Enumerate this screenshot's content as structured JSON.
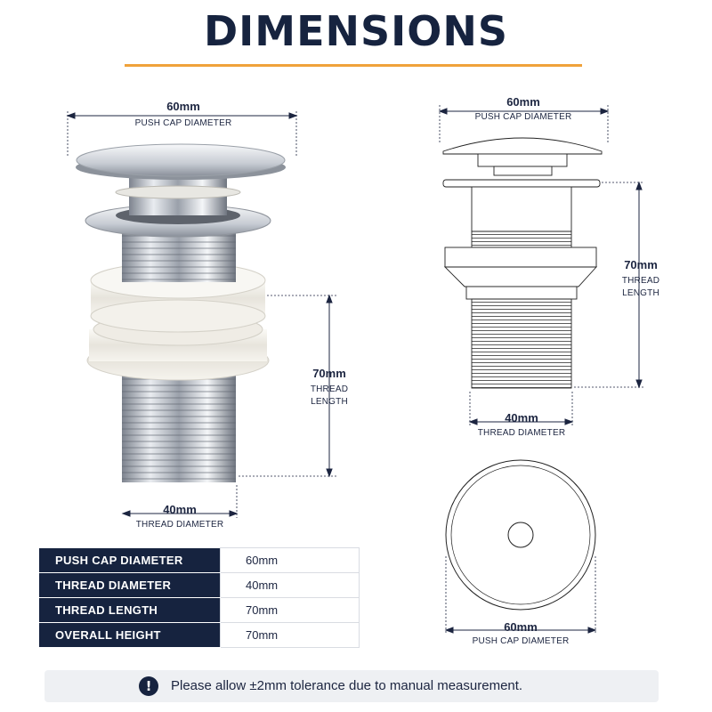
{
  "title": "DIMENSIONS",
  "photo_view": {
    "cap_value": "60mm",
    "cap_label": "PUSH CAP DIAMETER",
    "thread_len_value": "70mm",
    "thread_len_label_1": "THREAD",
    "thread_len_label_2": "LENGTH",
    "thread_dia_value": "40mm",
    "thread_dia_label": "THREAD DIAMETER"
  },
  "side_drawing": {
    "cap_value": "60mm",
    "cap_label": "PUSH CAP DIAMETER",
    "thread_len_value": "70mm",
    "thread_len_label_1": "THREAD",
    "thread_len_label_2": "LENGTH",
    "thread_dia_value": "40mm",
    "thread_dia_label": "THREAD DIAMETER"
  },
  "top_drawing": {
    "cap_value": "60mm",
    "cap_label": "PUSH CAP DIAMETER"
  },
  "spec_table": [
    {
      "label": "PUSH CAP DIAMETER",
      "value": "60mm"
    },
    {
      "label": "THREAD DIAMETER",
      "value": "40mm"
    },
    {
      "label": "THREAD LENGTH",
      "value": "70mm"
    },
    {
      "label": "OVERALL HEIGHT",
      "value": "70mm"
    }
  ],
  "notice": {
    "icon": "exclamation-icon",
    "text": "Please allow ±2mm tolerance due to manual measurement."
  },
  "colors": {
    "navy": "#16233f",
    "accent": "#f0a23a",
    "chrome": "#b8bcc4",
    "washer": "#f2f0ea"
  }
}
